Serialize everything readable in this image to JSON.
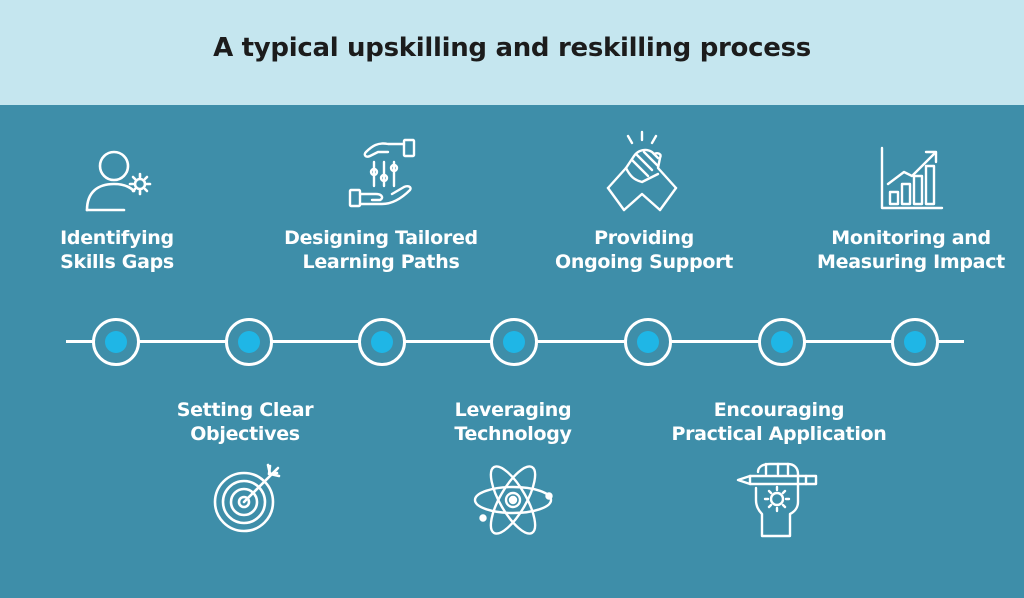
{
  "title": "A typical upskilling and reskilling process",
  "steps": [
    {
      "lines": [
        "Identifying",
        "Skills Gaps"
      ],
      "icon": "person-gear-icon"
    },
    {
      "lines": [
        "Setting Clear",
        "Objectives"
      ],
      "icon": "target-icon"
    },
    {
      "lines": [
        "Designing Tailored",
        "Learning Paths"
      ],
      "icon": "hands-adjust-icon"
    },
    {
      "lines": [
        "Leveraging",
        "Technology"
      ],
      "icon": "atom-icon"
    },
    {
      "lines": [
        "Providing",
        "Ongoing Support"
      ],
      "icon": "handshake-icon"
    },
    {
      "lines": [
        "Encouraging",
        "Practical Application"
      ],
      "icon": "hand-pencil-gear-icon"
    },
    {
      "lines": [
        "Monitoring and",
        "Measuring Impact"
      ],
      "icon": "growth-chart-icon"
    }
  ],
  "colors": {
    "header_bg": "#c5e6ef",
    "body_bg": "#3e8ea9",
    "node_dot": "#1fb6e6",
    "text_light": "#ffffff",
    "title_text": "#1c1c1c"
  }
}
